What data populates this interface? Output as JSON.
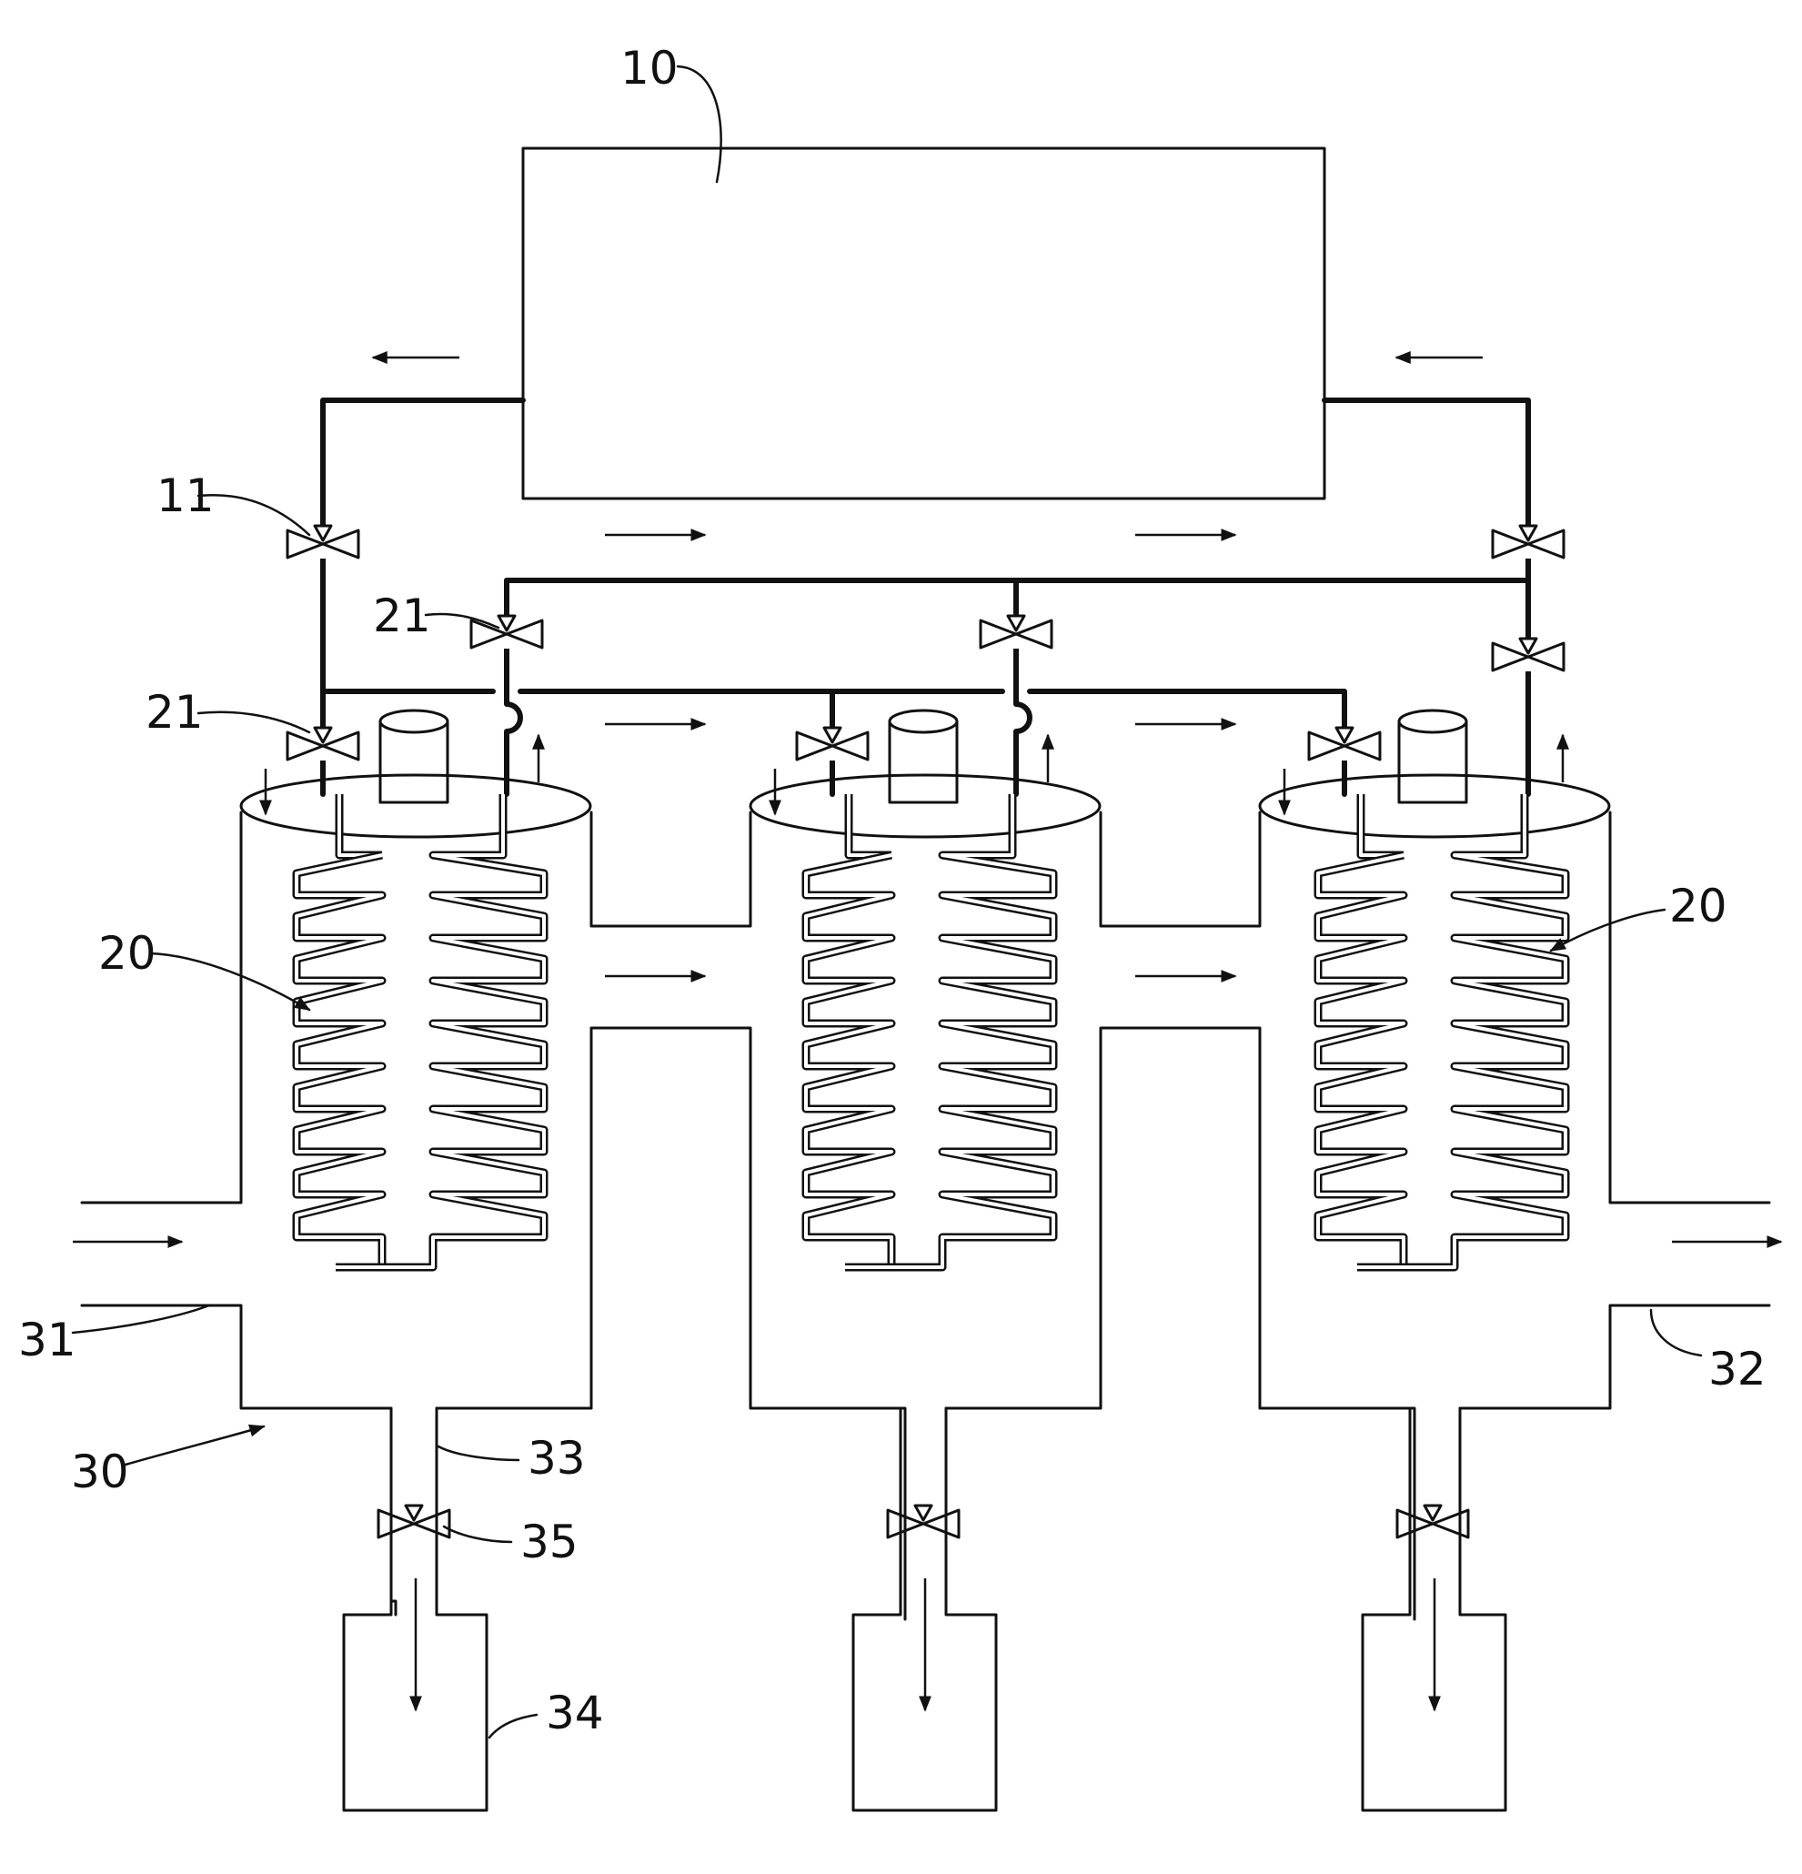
{
  "labels": {
    "refrigeration_unit": "10",
    "main_valve": "11",
    "branch_valve_upper": "21",
    "branch_valve_lower": "21",
    "coil_left": "20",
    "coil_right": "20",
    "separator": "30",
    "inlet": "31",
    "outlet": "32",
    "drain_pipe": "33",
    "collector": "34",
    "drain_valve": "35"
  },
  "colors": {
    "ink": "#111111",
    "background": "#ffffff"
  },
  "arrow_directions": {
    "top_return": "left",
    "supply_main": "right",
    "supply_branch": "right",
    "gas_passage": "right",
    "inlet_flow": "right",
    "outlet_flow": "right",
    "coil_in": "down",
    "coil_out": "up",
    "drain_flow": "down"
  }
}
